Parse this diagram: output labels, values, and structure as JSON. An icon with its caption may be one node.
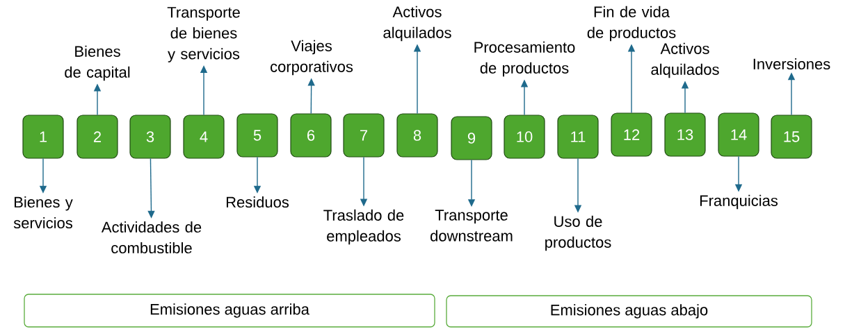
{
  "diagram": {
    "nodes": [
      {
        "text": [
          "1"
        ]
      },
      {
        "text": [
          "2"
        ]
      },
      {
        "text": [
          "3"
        ]
      },
      {
        "text": [
          "4"
        ]
      },
      {
        "text": [
          "5"
        ]
      },
      {
        "text": [
          "6"
        ]
      },
      {
        "text": [
          "7"
        ]
      },
      {
        "text": [
          "8"
        ]
      },
      {
        "text": [
          "9"
        ]
      },
      {
        "text": [
          "10"
        ]
      },
      {
        "text": [
          "11"
        ]
      },
      {
        "text": [
          "12"
        ]
      },
      {
        "text": [
          "13"
        ]
      },
      {
        "text": [
          "14"
        ]
      },
      {
        "text": [
          "15"
        ]
      },
      {
        "text": [
          "Bienes y servicios"
        ]
      },
      {
        "text": [
          "Bienes de capital"
        ]
      },
      {
        "text": [
          "Actividades de combustible"
        ]
      },
      {
        "text": [
          "Transporte de bienes y servicios"
        ]
      },
      {
        "text": [
          "Residuos"
        ]
      },
      {
        "text": [
          "Viajes corporativos"
        ]
      },
      {
        "text": [
          "Traslado de empleados"
        ]
      },
      {
        "text": [
          "Activos alquilados"
        ]
      },
      {
        "text": [
          "Transporte downstream"
        ]
      },
      {
        "text": [
          "Procesamiento de productos"
        ]
      },
      {
        "text": [
          "Uso de productos"
        ]
      },
      {
        "text": [
          "Fin de vida de productos"
        ]
      },
      {
        "text": [
          "Activos alquilados"
        ]
      },
      {
        "text": [
          "Franquicias"
        ]
      },
      {
        "text": [
          "Inversiones"
        ]
      },
      {
        "text": [
          "Emisiones aguas arriba"
        ]
      },
      {
        "text": [
          "Emisiones aguas abajo"
        ]
      }
    ],
    "edges": [
      {
        "from": 0,
        "to": 15,
        "arrow": "to"
      },
      {
        "from": 1,
        "to": 16,
        "arrow": "to"
      },
      {
        "from": 2,
        "to": 17,
        "arrow": "to"
      },
      {
        "from": 3,
        "to": 18,
        "arrow": "to"
      },
      {
        "from": 4,
        "to": 19,
        "arrow": "to"
      },
      {
        "from": 5,
        "to": 20,
        "arrow": "to"
      },
      {
        "from": 6,
        "to": 21,
        "arrow": "to"
      },
      {
        "from": 7,
        "to": 22,
        "arrow": "to"
      },
      {
        "from": 8,
        "to": 23,
        "arrow": "to"
      },
      {
        "from": 9,
        "to": 24,
        "arrow": "to"
      },
      {
        "from": 10,
        "to": 25,
        "arrow": "to"
      },
      {
        "from": 11,
        "to": 26,
        "arrow": "to"
      },
      {
        "from": 12,
        "to": 27,
        "arrow": "to"
      },
      {
        "from": 13,
        "to": 28,
        "arrow": "to"
      },
      {
        "from": 14,
        "to": 29,
        "arrow": "to"
      }
    ]
  }
}
